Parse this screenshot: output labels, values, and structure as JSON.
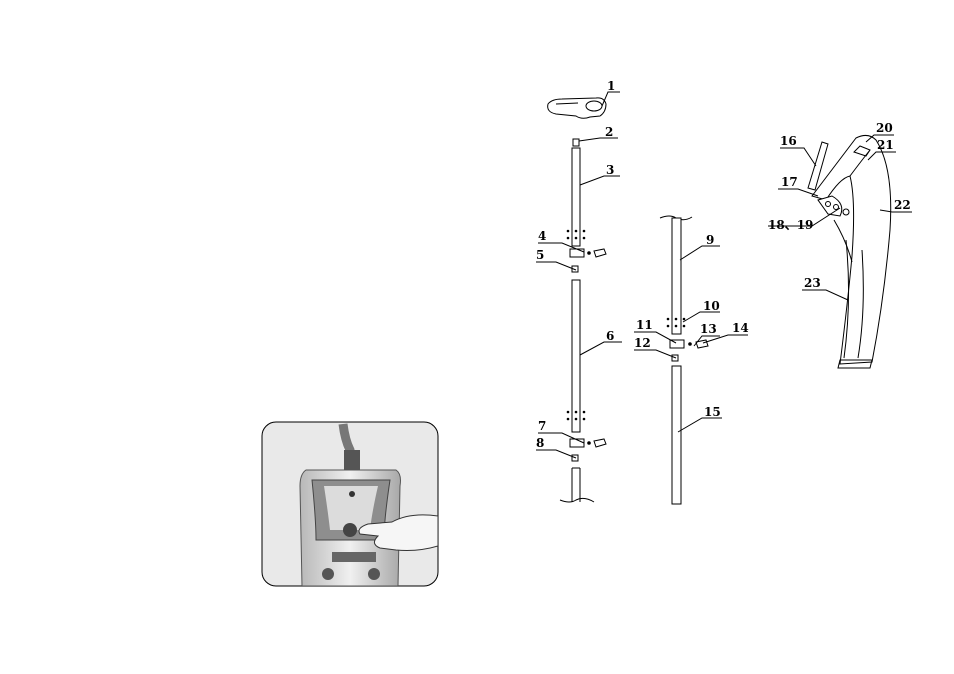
{
  "diagram": {
    "labels": {
      "p1": "1",
      "p2": "2",
      "p3": "3",
      "p4": "4",
      "p5": "5",
      "p6": "6",
      "p7": "7",
      "p8": "8",
      "p9": "9",
      "p10": "10",
      "p11": "11",
      "p12": "12",
      "p13": "13",
      "p14": "14",
      "p15": "15",
      "p16": "16",
      "p17": "17",
      "p18_19": "18、19",
      "p20": "20",
      "p21": "21",
      "p22": "22",
      "p23": "23"
    }
  },
  "colors": {
    "line": "#000000",
    "photo_bg": "#e8e8e8",
    "paper": "#ffffff"
  }
}
